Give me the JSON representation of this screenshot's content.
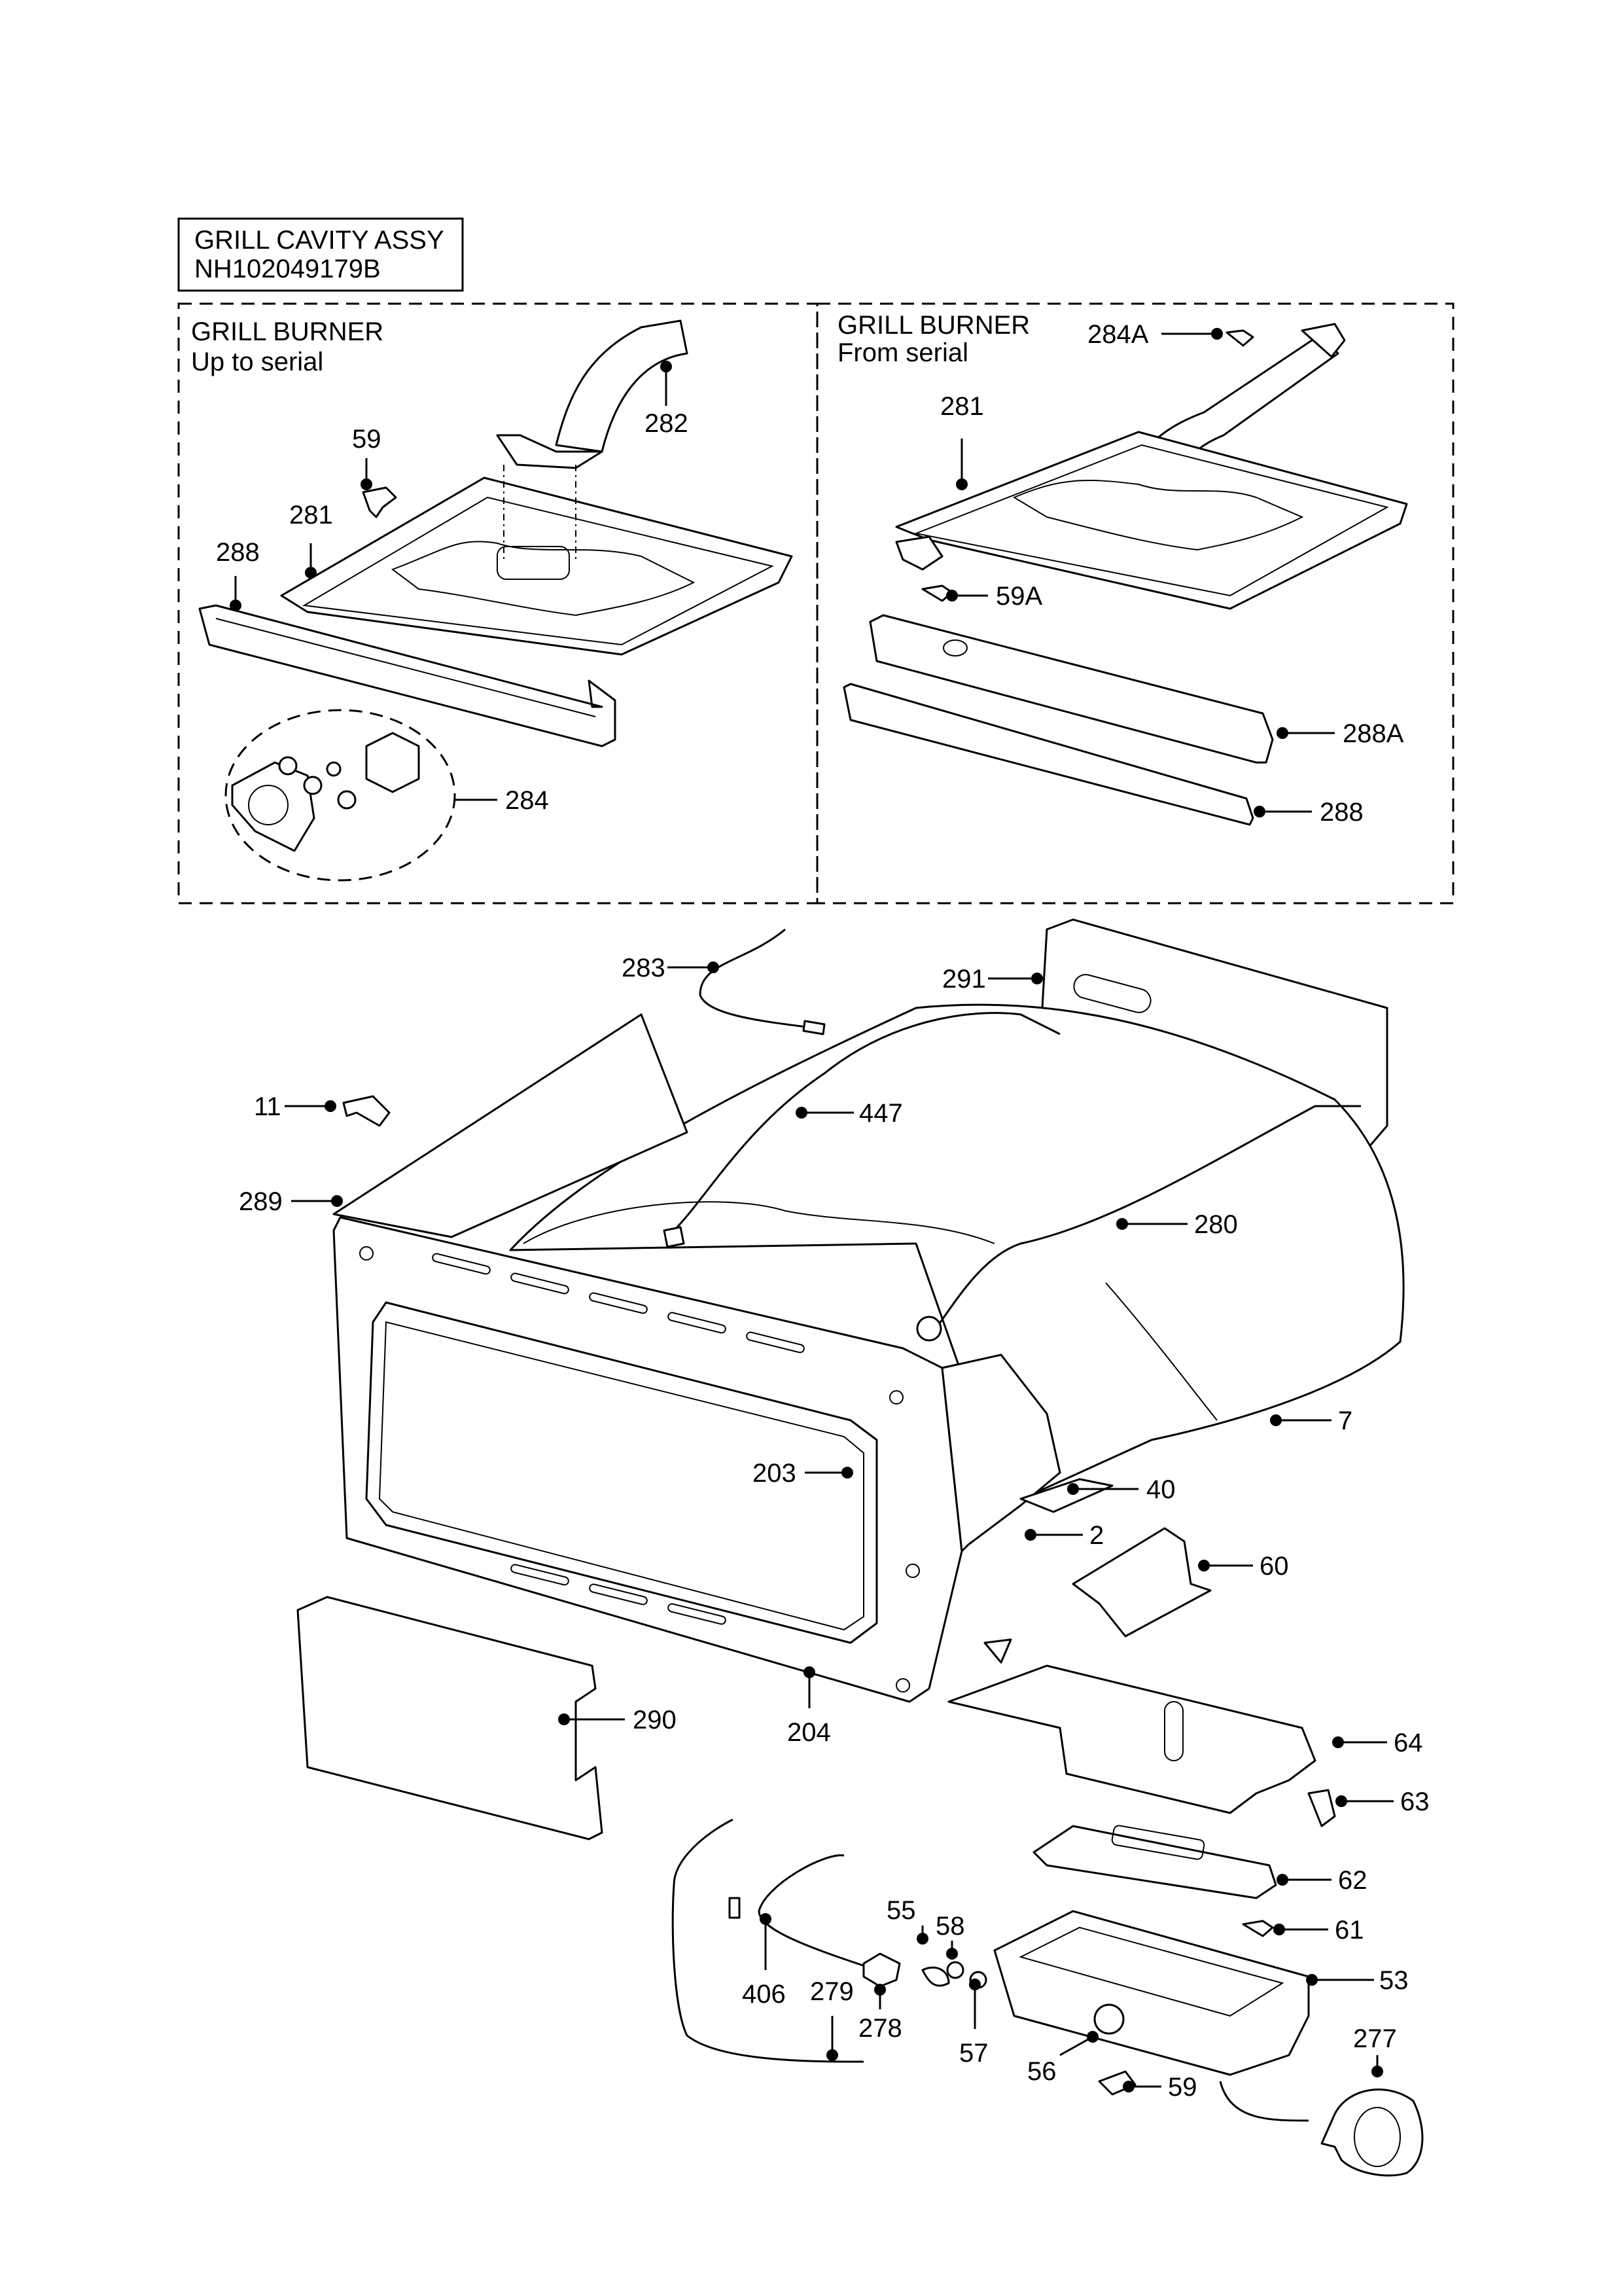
{
  "title_box": {
    "line1": "GRILL CAVITY ASSY",
    "line2": "NH102049179B"
  },
  "panel_left": {
    "title": "GRILL BURNER",
    "subtitle": "Up to serial"
  },
  "panel_right": {
    "title": "GRILL BURNER",
    "subtitle": "From serial"
  },
  "callouts": {
    "c282": "282",
    "c59_top": "59",
    "c281_left": "281",
    "c288_left": "288",
    "c284": "284",
    "c284A": "284A",
    "c281_right": "281",
    "c59A": "59A",
    "c288A": "288A",
    "c288_right": "288",
    "c283": "283",
    "c291": "291",
    "c11": "11",
    "c447": "447",
    "c289": "289",
    "c280": "280",
    "c7": "7",
    "c203": "203",
    "c40": "40",
    "c2": "2",
    "c60": "60",
    "c204": "204",
    "c290": "290",
    "c64": "64",
    "c63": "63",
    "c62": "62",
    "c55": "55",
    "c58": "58",
    "c61": "61",
    "c53": "53",
    "c406": "406",
    "c279": "279",
    "c278": "278",
    "c57": "57",
    "c277": "277",
    "c56": "56",
    "c59_bottom": "59"
  }
}
